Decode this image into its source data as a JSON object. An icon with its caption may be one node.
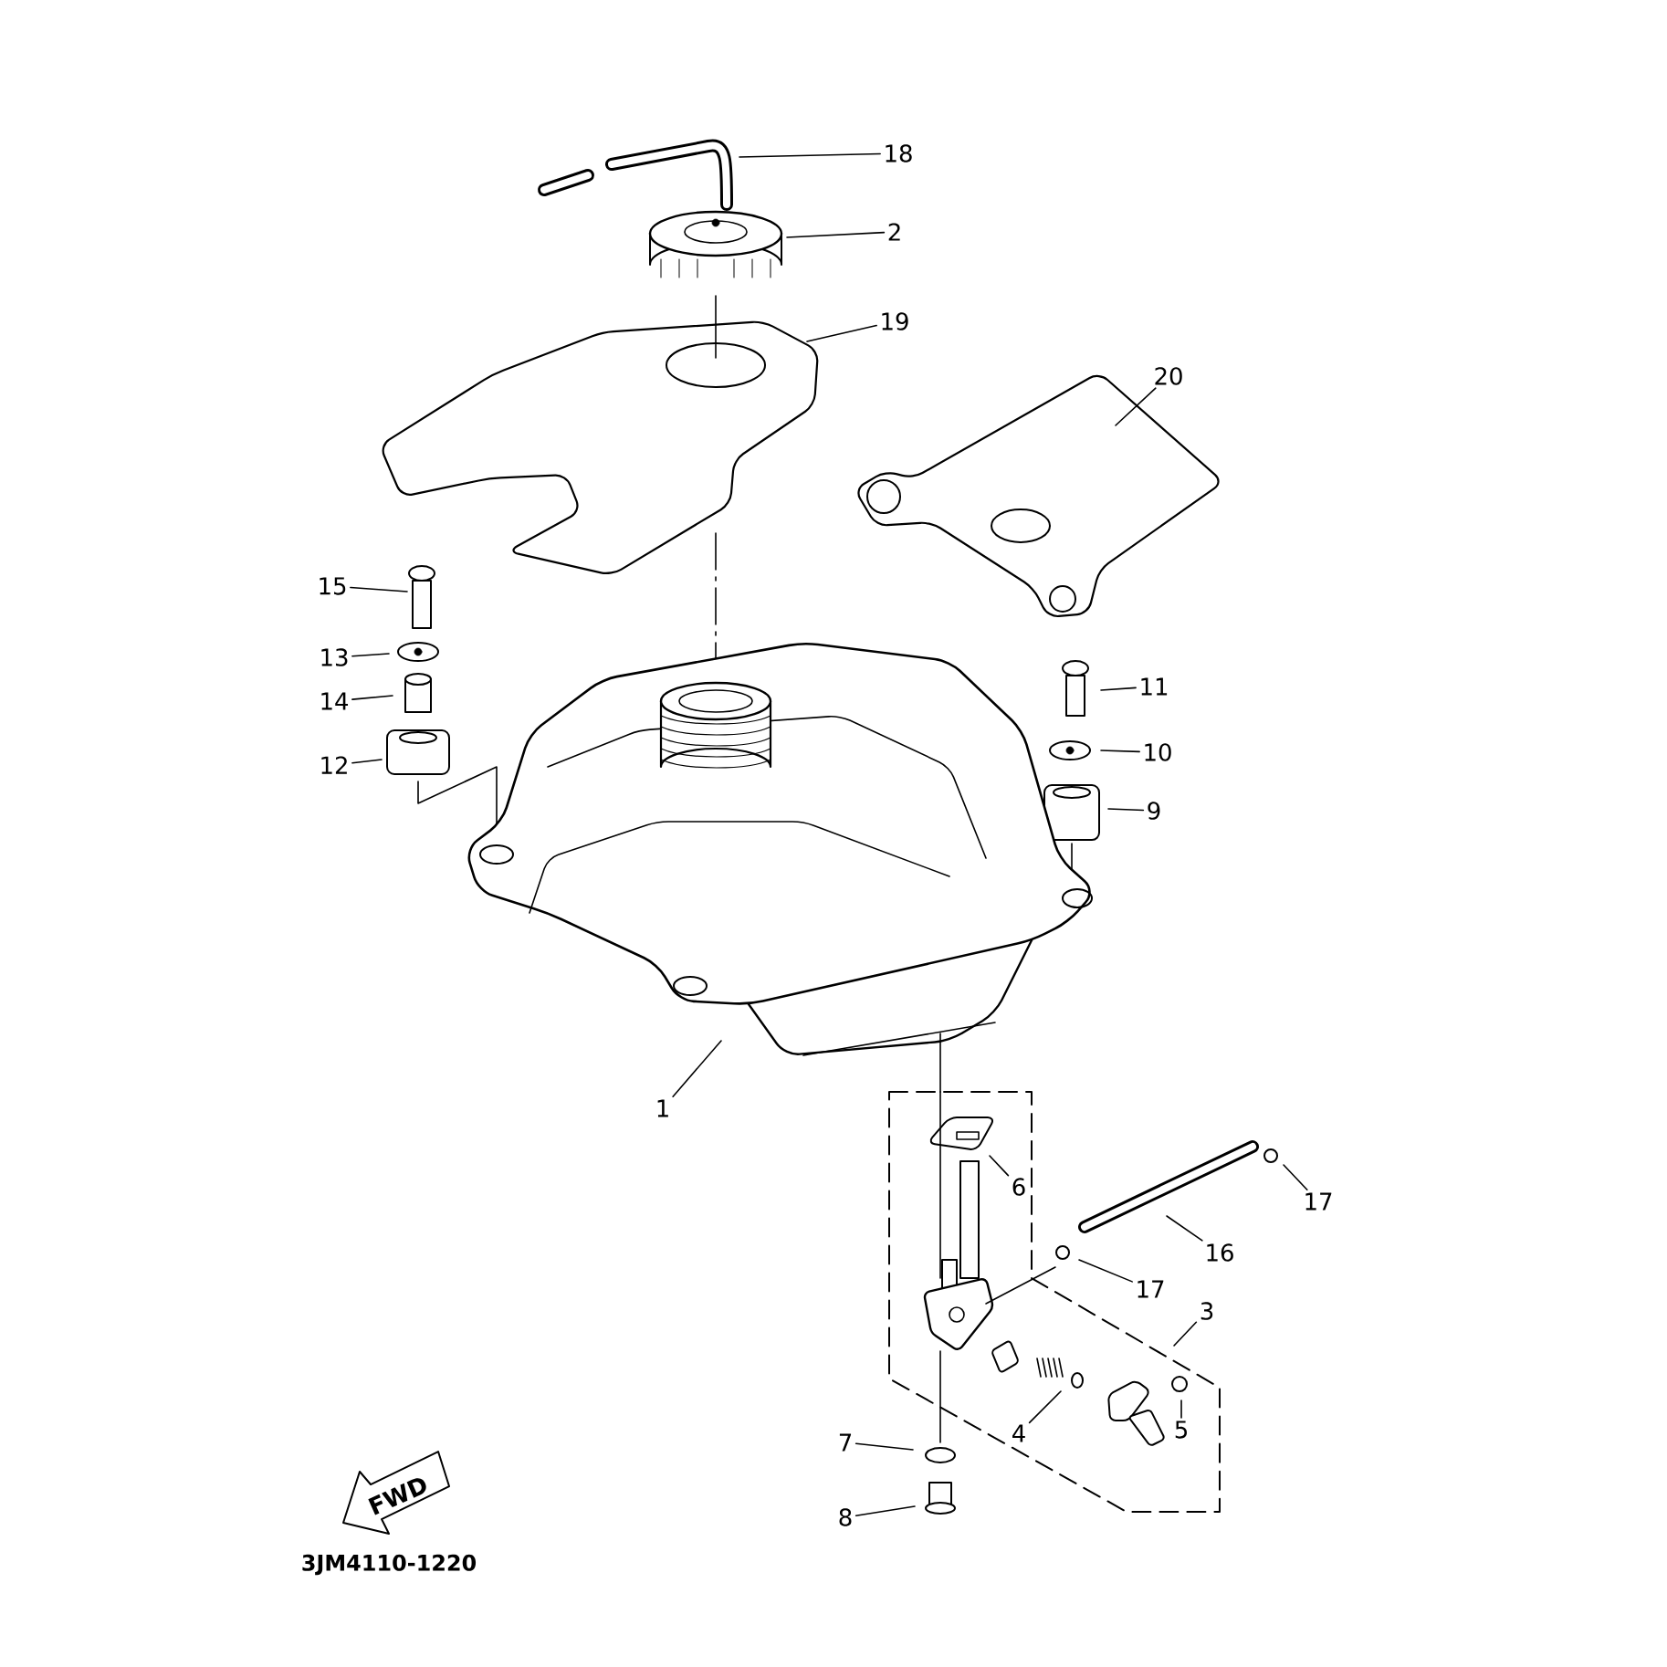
{
  "diagram": {
    "nodes": [
      {
        "text": [
          "18"
        ]
      },
      {
        "text": [
          "2"
        ]
      },
      {
        "text": [
          "19"
        ]
      },
      {
        "text": [
          "20"
        ]
      },
      {
        "text": [
          "15"
        ]
      },
      {
        "text": [
          "13"
        ]
      },
      {
        "text": [
          "14"
        ]
      },
      {
        "text": [
          "12"
        ]
      },
      {
        "text": [
          "11"
        ]
      },
      {
        "text": [
          "10"
        ]
      },
      {
        "text": [
          "9"
        ]
      },
      {
        "text": [
          "1"
        ]
      },
      {
        "text": [
          "6"
        ]
      },
      {
        "text": [
          "17"
        ]
      },
      {
        "text": [
          "16"
        ]
      },
      {
        "text": [
          "17"
        ]
      },
      {
        "text": [
          "3"
        ]
      },
      {
        "text": [
          "4"
        ]
      },
      {
        "text": [
          "5"
        ]
      },
      {
        "text": [
          "7"
        ]
      },
      {
        "text": [
          "8"
        ]
      }
    ],
    "edges": [
      {
        "from": 0,
        "to": null,
        "arrow": "none"
      },
      {
        "from": 1,
        "to": null,
        "arrow": "none"
      },
      {
        "from": 2,
        "to": null,
        "arrow": "none"
      },
      {
        "from": 3,
        "to": null,
        "arrow": "none"
      },
      {
        "from": 4,
        "to": null,
        "arrow": "none"
      },
      {
        "from": 5,
        "to": null,
        "arrow": "none"
      },
      {
        "from": 6,
        "to": null,
        "arrow": "none"
      },
      {
        "from": 7,
        "to": null,
        "arrow": "none"
      },
      {
        "from": 8,
        "to": null,
        "arrow": "none"
      },
      {
        "from": 9,
        "to": null,
        "arrow": "none"
      },
      {
        "from": 10,
        "to": null,
        "arrow": "none"
      },
      {
        "from": 11,
        "to": null,
        "arrow": "none"
      },
      {
        "from": 12,
        "to": null,
        "arrow": "none"
      },
      {
        "from": 13,
        "to": null,
        "arrow": "none"
      },
      {
        "from": 14,
        "to": null,
        "arrow": "none"
      },
      {
        "from": 15,
        "to": null,
        "arrow": "none"
      },
      {
        "from": 16,
        "to": null,
        "arrow": "none"
      },
      {
        "from": 17,
        "to": null,
        "arrow": "none"
      },
      {
        "from": 18,
        "to": null,
        "arrow": "none"
      },
      {
        "from": 19,
        "to": null,
        "arrow": "none"
      },
      {
        "from": 20,
        "to": null,
        "arrow": "none"
      }
    ],
    "labels": [
      "FWD",
      "3JM4110-1220"
    ]
  }
}
